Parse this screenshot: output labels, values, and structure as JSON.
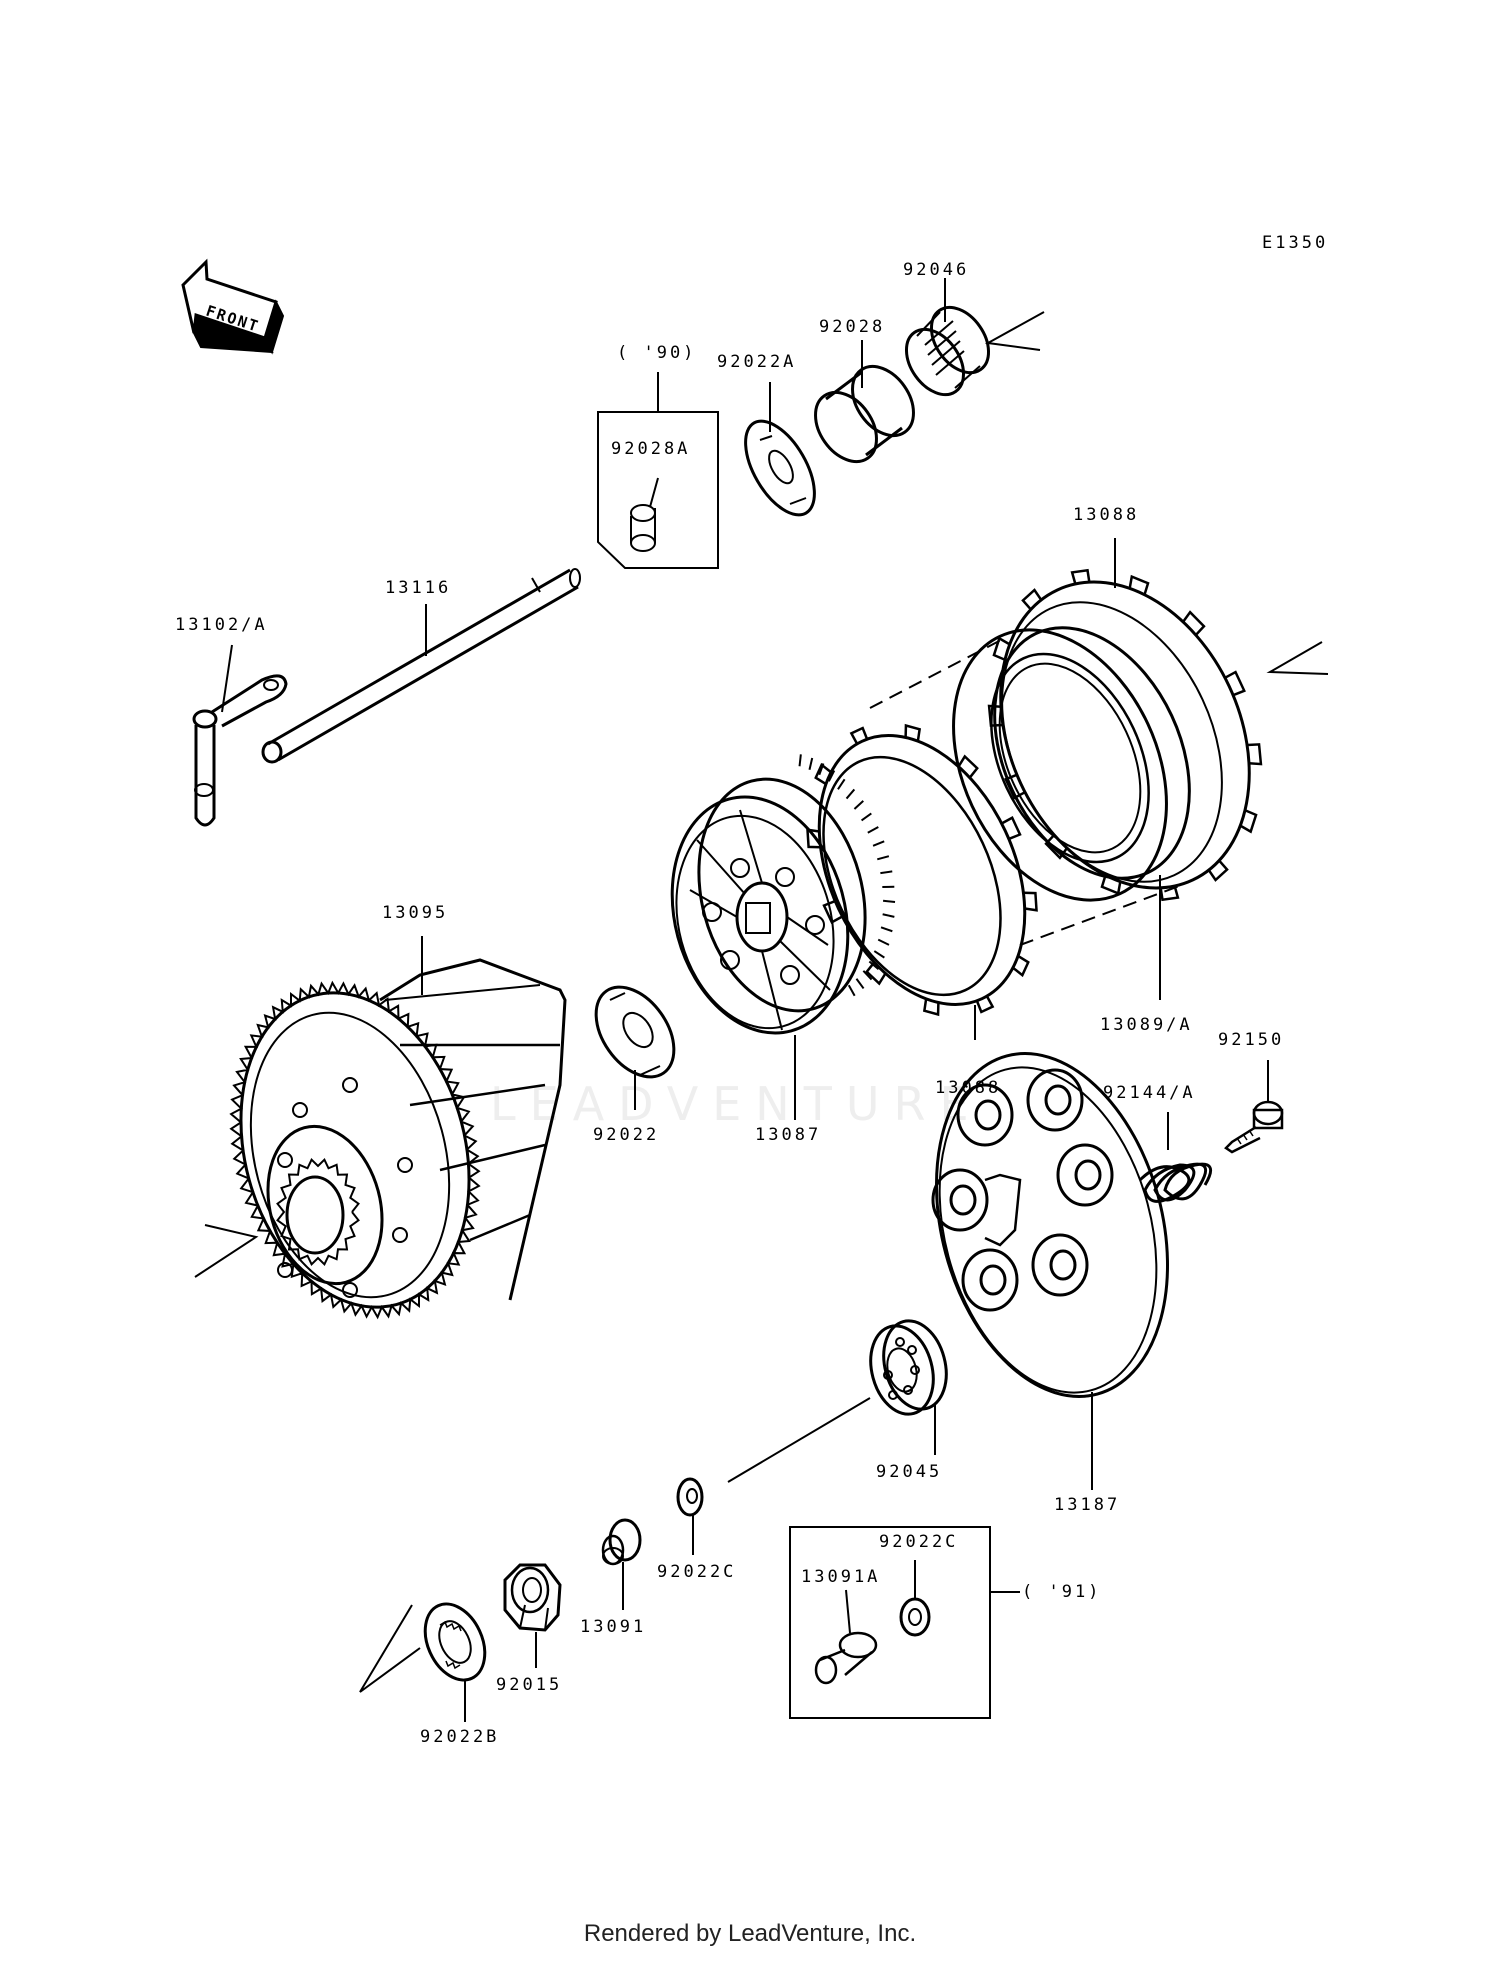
{
  "diagram_code": "E1350",
  "front_label": "FRONT",
  "watermark": "LEADVENTURE",
  "footer": "Rendered by LeadVenture, Inc.",
  "year_notes": {
    "y90": "( '90)",
    "y91": "( '91)"
  },
  "parts": {
    "p92046": "92046",
    "p92028": "92028",
    "p92022A": "92022A",
    "p92028A": "92028A",
    "p13088_top": "13088",
    "p13116": "13116",
    "p13102A": "13102/A",
    "p13095": "13095",
    "p92022": "92022",
    "p13087": "13087",
    "p13088_bottom": "13088",
    "p13089A": "13089/A",
    "p92150": "92150",
    "p92144A": "92144/A",
    "p92045": "92045",
    "p13187": "13187",
    "p92022C": "92022C",
    "p92022C_box": "92022C",
    "p13091A": "13091A",
    "p13091": "13091",
    "p92015": "92015",
    "p92022B": "92022B"
  }
}
